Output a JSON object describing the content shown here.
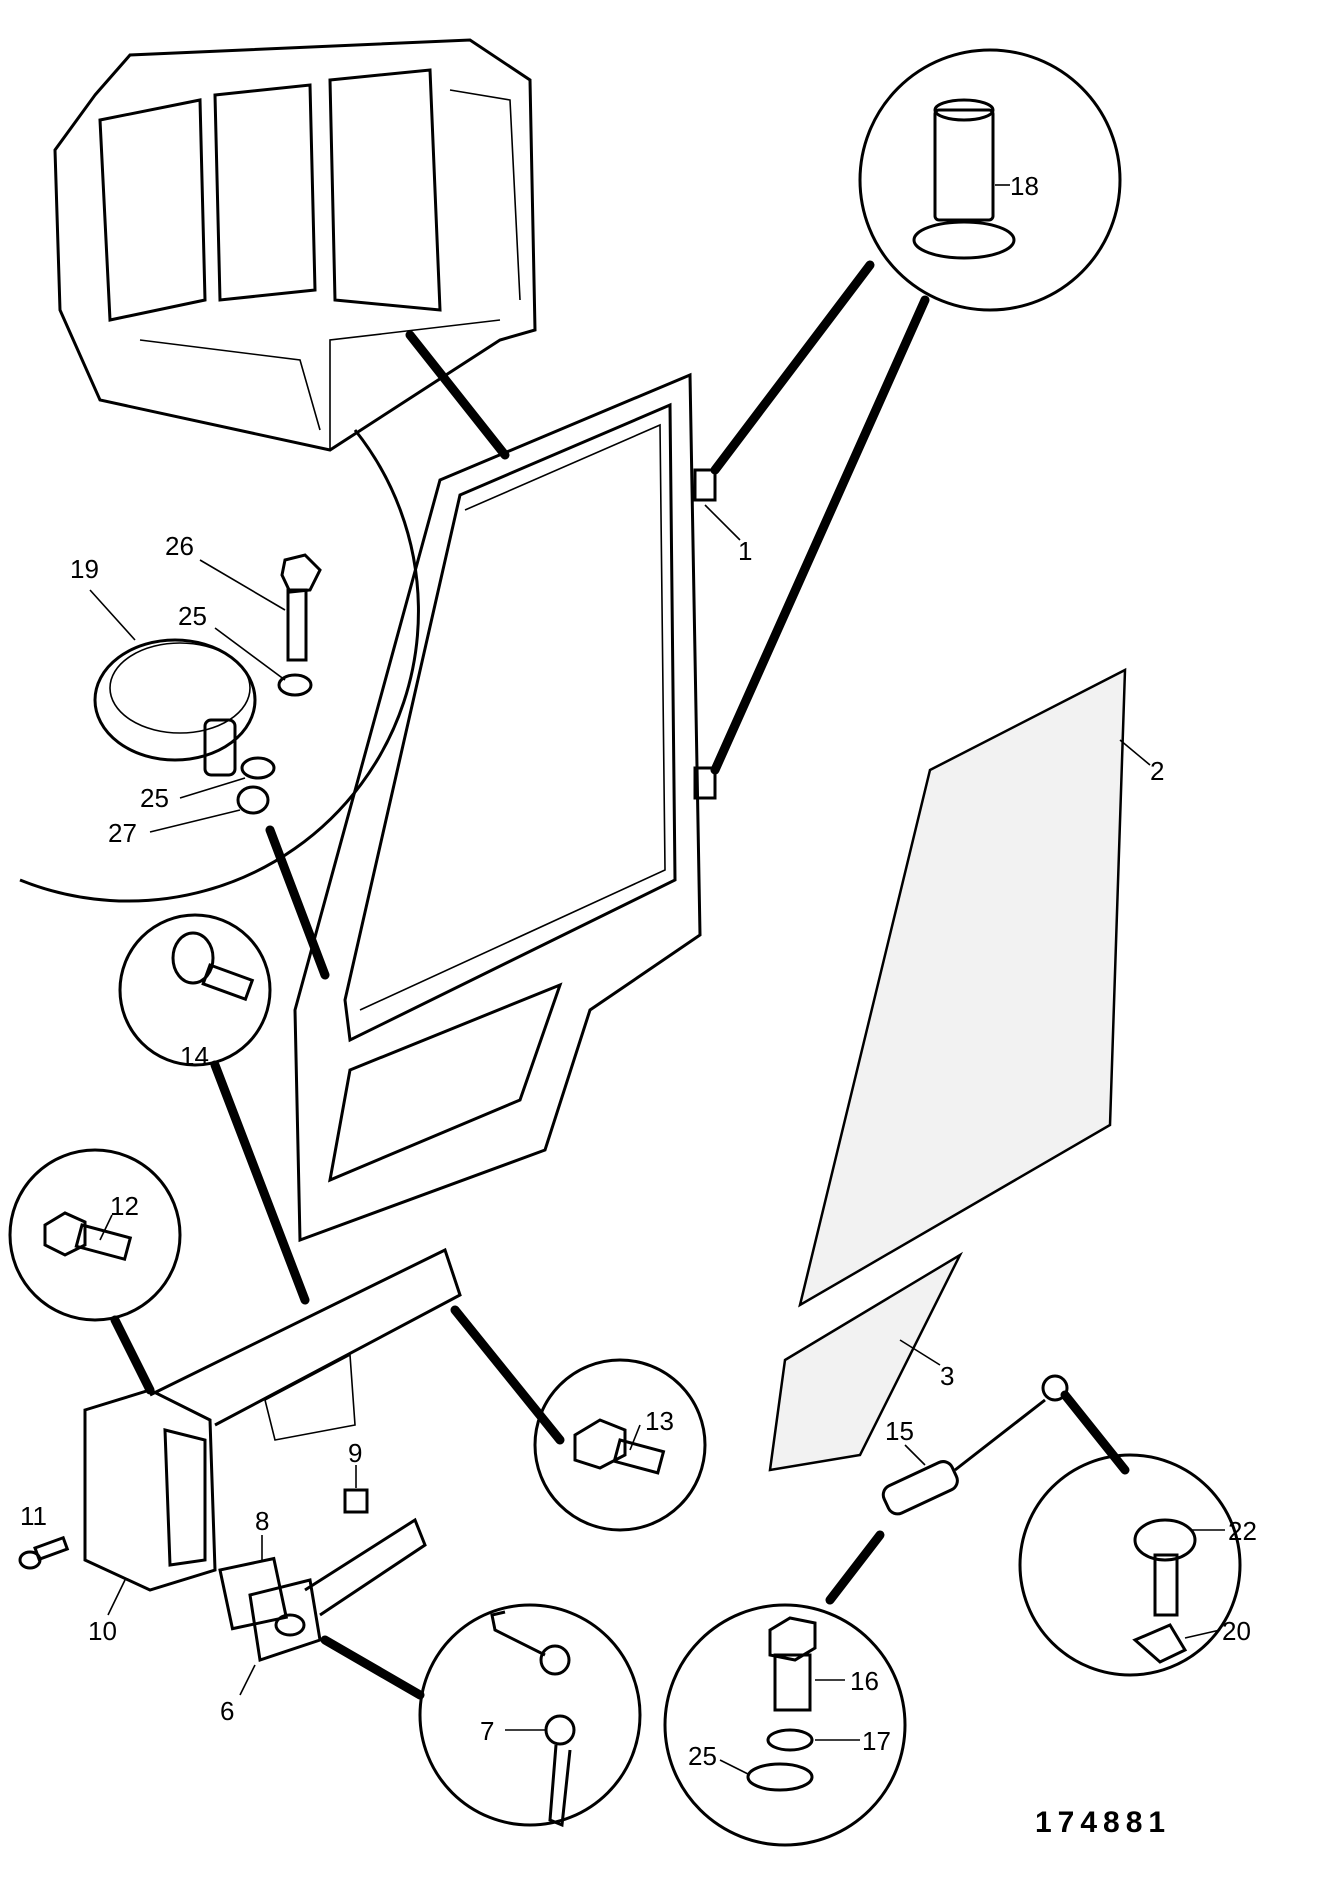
{
  "diagram": {
    "reference_number": "174881",
    "parts": [
      {
        "id": "1",
        "name": "door-frame"
      },
      {
        "id": "2",
        "name": "door-glass-upper"
      },
      {
        "id": "3",
        "name": "door-glass-lower"
      },
      {
        "id": "6",
        "name": "door-handle-lock"
      },
      {
        "id": "7",
        "name": "keys"
      },
      {
        "id": "8",
        "name": "gasket"
      },
      {
        "id": "9",
        "name": "nut-plate"
      },
      {
        "id": "10",
        "name": "handle-bracket"
      },
      {
        "id": "11",
        "name": "screw"
      },
      {
        "id": "12",
        "name": "bolt"
      },
      {
        "id": "13",
        "name": "bolt"
      },
      {
        "id": "14",
        "name": "thumb-screw"
      },
      {
        "id": "15",
        "name": "gas-strut"
      },
      {
        "id": "16",
        "name": "bolt"
      },
      {
        "id": "17",
        "name": "washer"
      },
      {
        "id": "18",
        "name": "hinge-bush"
      },
      {
        "id": "19",
        "name": "clamp"
      },
      {
        "id": "20",
        "name": "clip"
      },
      {
        "id": "22",
        "name": "pin"
      },
      {
        "id": "25",
        "name": "washer"
      },
      {
        "id": "26",
        "name": "bolt"
      },
      {
        "id": "27",
        "name": "nut"
      }
    ],
    "labels": {
      "l1": "1",
      "l2": "2",
      "l3": "3",
      "l6": "6",
      "l7": "7",
      "l8": "8",
      "l9": "9",
      "l10": "10",
      "l11": "11",
      "l12": "12",
      "l13": "13",
      "l14": "14",
      "l15": "15",
      "l16": "16",
      "l17": "17",
      "l18": "18",
      "l19": "19",
      "l20": "20",
      "l22": "22",
      "l25a": "25",
      "l25b": "25",
      "l25c": "25",
      "l26": "26",
      "l27": "27"
    }
  }
}
